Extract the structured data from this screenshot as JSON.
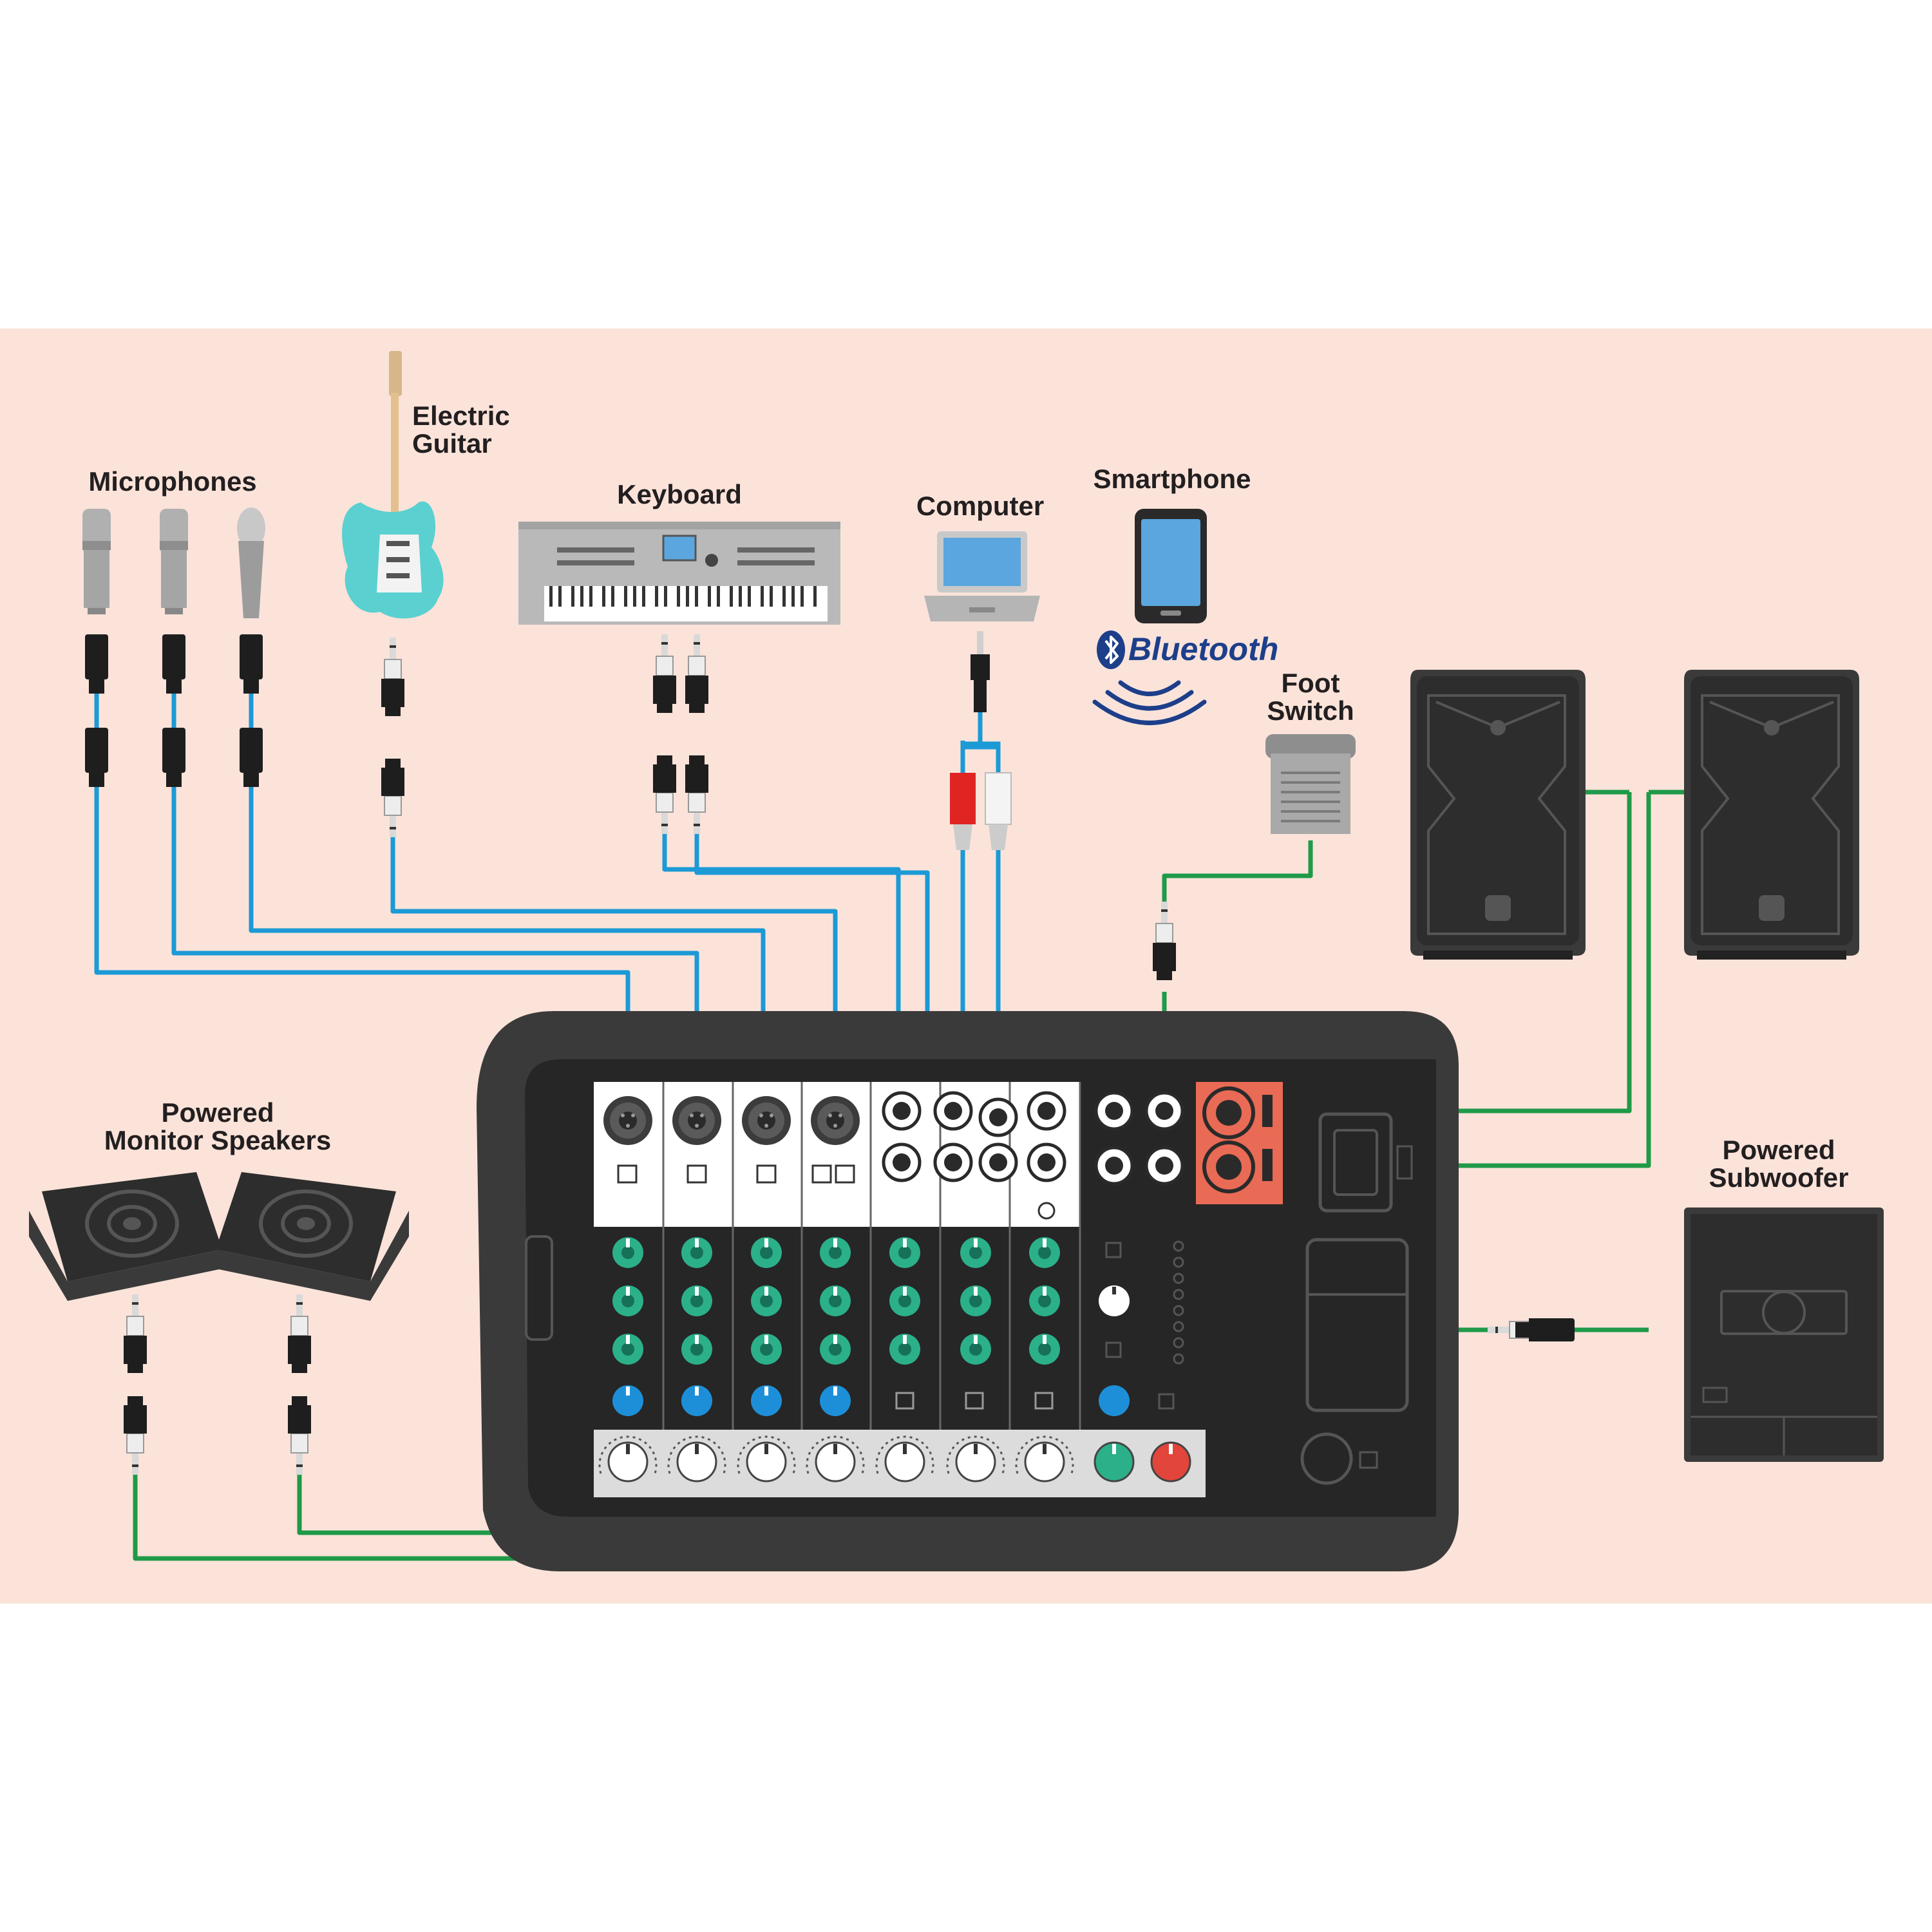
{
  "labels": {
    "microphones": "Microphones",
    "electric_guitar_line1": "Electric",
    "electric_guitar_line2": "Guitar",
    "keyboard": "Keyboard",
    "computer": "Computer",
    "smartphone": "Smartphone",
    "bluetooth": "Bluetooth",
    "foot_switch_line1": "Foot",
    "foot_switch_line2": "Switch",
    "powered_monitor_line1": "Powered",
    "powered_monitor_line2": "Monitor Speakers",
    "powered_subwoofer_line1": "Powered",
    "powered_subwoofer_line2": "Subwoofer"
  },
  "colors": {
    "background_band": "#fbe3da",
    "cable_blue": "#1b9ad6",
    "cable_green": "#1f9a48",
    "rca_red": "#e02424",
    "mixer_body": "#3a3a3a",
    "knob_green": "#2bb08a",
    "knob_blue": "#1d8fd8",
    "knob_red": "#e2453a",
    "speaker_output_panel": "#e96a55"
  },
  "icons": {
    "microphone": "condenser-microphone-icon",
    "guitar": "electric-guitar-icon",
    "keyboard": "synthesizer-keyboard-icon",
    "computer": "laptop-icon",
    "smartphone": "smartphone-icon",
    "bluetooth": "bluetooth-logo-icon",
    "foot_switch": "foot-switch-pedal-icon",
    "speaker": "pa-speaker-icon",
    "monitor": "floor-monitor-speaker-icon",
    "subwoofer": "subwoofer-icon",
    "mixer": "powered-mixer-icon"
  }
}
